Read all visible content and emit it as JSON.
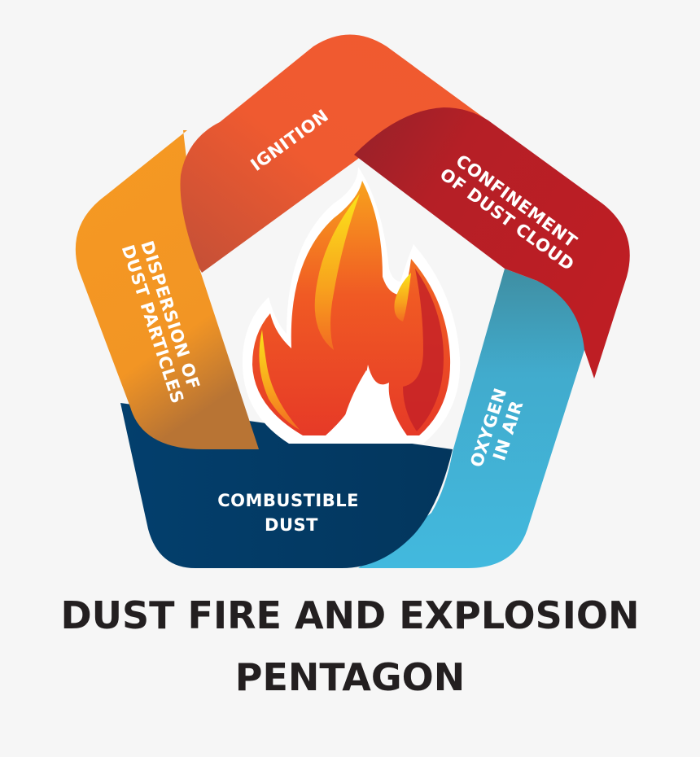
{
  "diagram": {
    "title_line1": "DUST FIRE AND EXPLOSION",
    "title_line2": "PENTAGON",
    "center_icon": "flame-icon",
    "segments": [
      {
        "id": "ignition",
        "line1": "IGNITION",
        "line2": "",
        "color": "#f15a2f",
        "shade": "#c9503a",
        "position": "top-left"
      },
      {
        "id": "confinement",
        "line1": "CONFINEMENT",
        "line2": "OF DUST CLOUD",
        "color": "#be1e24",
        "shade": "#97222a",
        "position": "top-right"
      },
      {
        "id": "oxygen",
        "line1": "OXYGEN",
        "line2": "IN AIR",
        "color": "#42b9de",
        "shade": "#3f8fa3",
        "position": "right"
      },
      {
        "id": "combustible-dust",
        "line1": "COMBUSTIBLE",
        "line2": "DUST",
        "color": "#033e6b",
        "shade": "#043760",
        "position": "bottom"
      },
      {
        "id": "dispersion",
        "line1": "DISPERSION OF",
        "line2": "DUST PARTICLES",
        "color": "#f49823",
        "shade": "#c17832",
        "position": "left"
      }
    ],
    "flame_colors": {
      "outer": "#e9412a",
      "mid": "#f26b22",
      "inner": "#f8a21d",
      "highlight": "#fbe41a",
      "dark": "#c52227"
    },
    "background": "#f6f6f6",
    "title_color": "#231f20"
  }
}
